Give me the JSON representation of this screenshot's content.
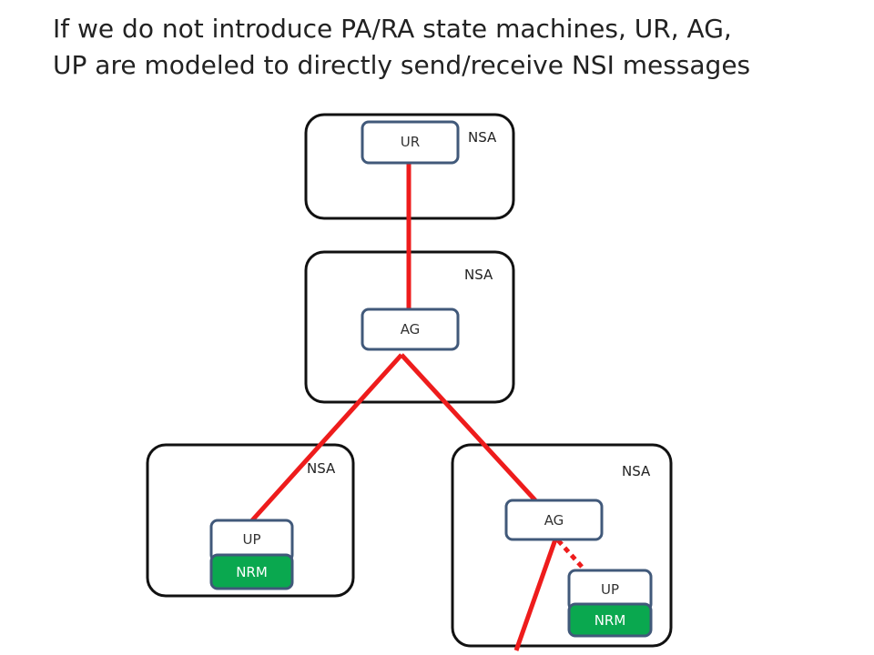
{
  "title": {
    "line1": "If we do not introduce PA/RA state machines, UR, AG,",
    "line2": "UP are modeled to directly send/receive NSI messages"
  },
  "diagram": {
    "domain_top": {
      "label": "NSA",
      "agent": "UR"
    },
    "domain_mid": {
      "label": "NSA",
      "agent": "AG"
    },
    "domain_left": {
      "label": "NSA",
      "agent": "UP",
      "resource": "NRM"
    },
    "domain_right": {
      "label": "NSA",
      "agent": "AG",
      "agent2": "UP",
      "resource": "NRM"
    }
  },
  "colors": {
    "box_border": "#41597a",
    "link": "#ee1c1c",
    "nrm_fill": "#0aa84f",
    "domain_border": "#111111"
  }
}
